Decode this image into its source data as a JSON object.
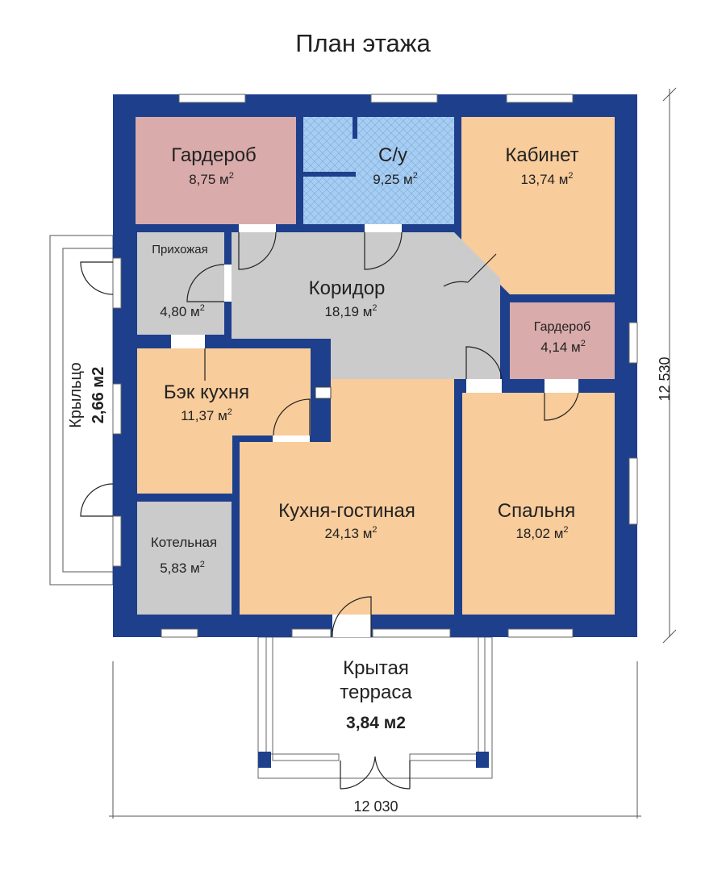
{
  "title": "План этажа",
  "colors": {
    "wall": "#1d3f8c",
    "pink": "#d9abaa",
    "blue": "#a8cdf2",
    "orange": "#f8cc9b",
    "grey": "#cbcbcb"
  },
  "rooms": [
    {
      "name": "Гардероб",
      "area": "8,75 м",
      "sup": "2"
    },
    {
      "name": "С/у",
      "area": "9,25 м",
      "sup": "2"
    },
    {
      "name": "Кабинет",
      "area": "13,74 м",
      "sup": "2"
    },
    {
      "name": "Прихожая",
      "area": "4,80 м",
      "sup": "2"
    },
    {
      "name": "Коридор",
      "area": "18,19 м",
      "sup": "2"
    },
    {
      "name": "Гардероб",
      "area": "4,14 м",
      "sup": "2"
    },
    {
      "name": "Бэк кухня",
      "area": "11,37 м",
      "sup": "2"
    },
    {
      "name": "Кухня-гостиная",
      "area": "24,13 м",
      "sup": "2"
    },
    {
      "name": "Спальня",
      "area": "18,02 м",
      "sup": "2"
    },
    {
      "name": "Котельная",
      "area": "5,83 м",
      "sup": "2"
    }
  ],
  "porch": {
    "name": "Крыльцо",
    "area": "2,66 м2"
  },
  "terrace": {
    "line1": "Крытая",
    "line2": "терраса",
    "area": "3,84 м2"
  },
  "dimensions": {
    "height": "12 530",
    "width": "12 030"
  }
}
